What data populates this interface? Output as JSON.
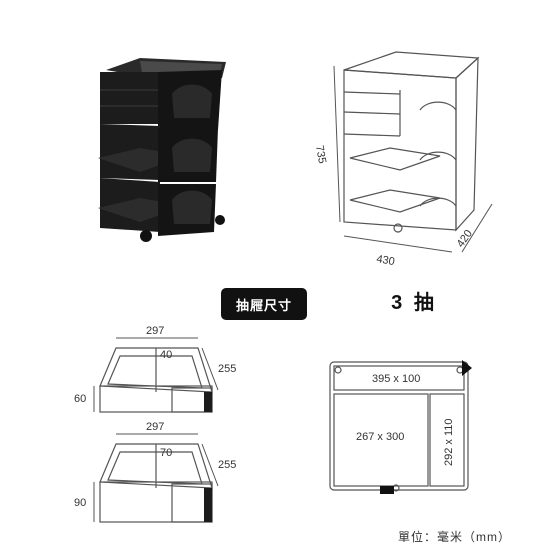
{
  "badge": {
    "label": "抽屜尺寸"
  },
  "drawer_count": {
    "label": "3 抽"
  },
  "unit_note": "單位：毫米（mm）",
  "cart_dimensions": {
    "height": "735",
    "width": "430",
    "depth": "420"
  },
  "shallow_drawer": {
    "width": "297",
    "inner_offset": "40",
    "depth": "255",
    "height": "60"
  },
  "deep_drawer": {
    "width": "297",
    "inner_offset": "70",
    "depth": "255",
    "height": "90"
  },
  "top_view": {
    "top_tray": "395 x 100",
    "main_tray": "267 x 300",
    "side_tray": "292 x 110"
  },
  "colors": {
    "product": "#1c1c1c",
    "line": "#555555",
    "badge_bg": "#111111"
  }
}
